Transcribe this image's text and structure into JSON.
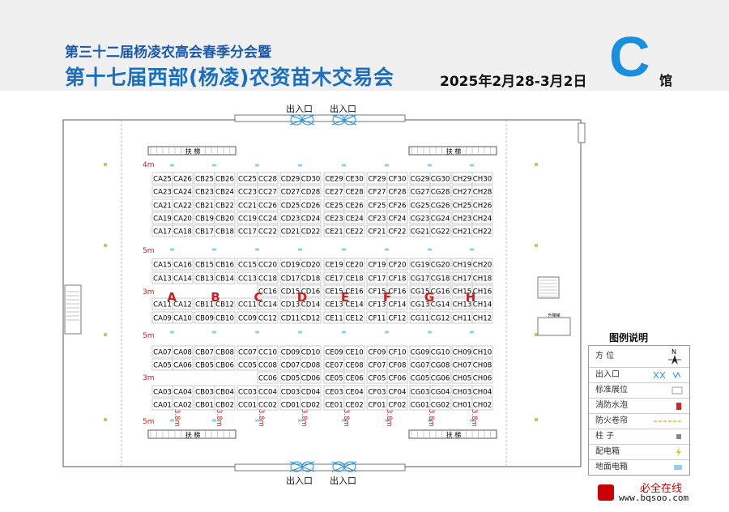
{
  "header": {
    "line1": "第三十二届杨凌农高会春季分会暨",
    "line2": "第十七届西部(杨凌)农资苗木交易会",
    "dates": "2025年2月28-3月2日",
    "hall": "C",
    "hall_suffix": "馆"
  },
  "exits": {
    "label": "出入口"
  },
  "escalator": {
    "label": "扶  梯"
  },
  "distances": {
    "m3": "3m",
    "m4": "4m",
    "m5": "5m",
    "m38": "3.8m"
  },
  "aisles": [
    "A",
    "B",
    "C",
    "D",
    "E",
    "F",
    "G",
    "H"
  ],
  "booths": {
    "pairs": [
      [
        [
          "CA25",
          "CA26"
        ],
        [
          "CB25",
          "CB26"
        ],
        [
          "CC25",
          "CC28"
        ],
        [
          "CD29",
          "CD30"
        ],
        [
          "CE29",
          "CE30"
        ],
        [
          "CF29",
          "CF30"
        ],
        [
          "CG29",
          "CG30"
        ],
        [
          "CH29",
          "CH30"
        ]
      ],
      [
        [
          "CA23",
          "CA24"
        ],
        [
          "CB23",
          "CB24"
        ],
        [
          "CC23",
          "CC27"
        ],
        [
          "CD27",
          "CD28"
        ],
        [
          "CE27",
          "CE28"
        ],
        [
          "CF27",
          "CF28"
        ],
        [
          "CG27",
          "CG28"
        ],
        [
          "CH27",
          "CH28"
        ]
      ],
      [
        [
          "CA21",
          "CA22"
        ],
        [
          "CB21",
          "CB22"
        ],
        [
          "CC21",
          "CC26"
        ],
        [
          "CD25",
          "CD26"
        ],
        [
          "CE25",
          "CE26"
        ],
        [
          "CF25",
          "CF26"
        ],
        [
          "CG25",
          "CG26"
        ],
        [
          "CH25",
          "CH26"
        ]
      ],
      [
        [
          "CA19",
          "CA20"
        ],
        [
          "CB19",
          "CB20"
        ],
        [
          "CC19",
          "CC24"
        ],
        [
          "CD23",
          "CD24"
        ],
        [
          "CE23",
          "CE24"
        ],
        [
          "CF23",
          "CF24"
        ],
        [
          "CG23",
          "CG24"
        ],
        [
          "CH23",
          "CH24"
        ]
      ],
      [
        [
          "CA17",
          "CA18"
        ],
        [
          "CB17",
          "CB18"
        ],
        [
          "CC17",
          "CC22"
        ],
        [
          "CD21",
          "CD22"
        ],
        [
          "CE21",
          "CE22"
        ],
        [
          "CF21",
          "CF22"
        ],
        [
          "CG21",
          "CG22"
        ],
        [
          "CH21",
          "CH22"
        ]
      ],
      [
        [
          "CA15",
          "CA16"
        ],
        [
          "CB15",
          "CB16"
        ],
        [
          "CC15",
          "CC20"
        ],
        [
          "CD19",
          "CD20"
        ],
        [
          "CE19",
          "CE20"
        ],
        [
          "CF19",
          "CF20"
        ],
        [
          "CG19",
          "CG20"
        ],
        [
          "CH19",
          "CH20"
        ]
      ],
      [
        [
          "CA13",
          "CA14"
        ],
        [
          "CB13",
          "CB14"
        ],
        [
          "CC13",
          "CC18"
        ],
        [
          "CD17",
          "CD18"
        ],
        [
          "CE17",
          "CE18"
        ],
        [
          "CF17",
          "CF18"
        ],
        [
          "CG17",
          "CG18"
        ],
        [
          "CH17",
          "CH18"
        ]
      ],
      [
        [
          "",
          ""
        ],
        [
          "",
          ""
        ],
        [
          "",
          "CC16"
        ],
        [
          "CD15",
          "CD16"
        ],
        [
          "CE15",
          "CE16"
        ],
        [
          "CF15",
          "CF16"
        ],
        [
          "CG15",
          "CG16"
        ],
        [
          "CH15",
          "CH16"
        ]
      ],
      [
        [
          "CA11",
          "CA12"
        ],
        [
          "CB11",
          "CB12"
        ],
        [
          "CC11",
          "CC14"
        ],
        [
          "CD13",
          "CD14"
        ],
        [
          "CE13",
          "CE14"
        ],
        [
          "CF13",
          "CF14"
        ],
        [
          "CG13",
          "CG14"
        ],
        [
          "CH13",
          "CH14"
        ]
      ],
      [
        [
          "CA09",
          "CA10"
        ],
        [
          "CB09",
          "CB10"
        ],
        [
          "CC09",
          "CC12"
        ],
        [
          "CD11",
          "CD12"
        ],
        [
          "CE11",
          "CE12"
        ],
        [
          "CF11",
          "CF12"
        ],
        [
          "CG11",
          "CG12"
        ],
        [
          "CH11",
          "CH12"
        ]
      ],
      [
        [
          "CA07",
          "CA08"
        ],
        [
          "CB07",
          "CB08"
        ],
        [
          "CC07",
          "CC10"
        ],
        [
          "CD09",
          "CD10"
        ],
        [
          "CE09",
          "CE10"
        ],
        [
          "CF09",
          "CF10"
        ],
        [
          "CG09",
          "CG10"
        ],
        [
          "CH09",
          "CH10"
        ]
      ],
      [
        [
          "CA05",
          "CA06"
        ],
        [
          "CB05",
          "CB06"
        ],
        [
          "CC05",
          "CC08"
        ],
        [
          "CD07",
          "CD08"
        ],
        [
          "CE07",
          "CE08"
        ],
        [
          "CF07",
          "CF08"
        ],
        [
          "CG07",
          "CG08"
        ],
        [
          "CH07",
          "CH08"
        ]
      ],
      [
        [
          "",
          ""
        ],
        [
          "",
          ""
        ],
        [
          "",
          "CC06"
        ],
        [
          "CD05",
          "CD06"
        ],
        [
          "CE05",
          "CE06"
        ],
        [
          "CF05",
          "CF06"
        ],
        [
          "CG05",
          "CG06"
        ],
        [
          "CH05",
          "CH06"
        ]
      ],
      [
        [
          "CA03",
          "CA04"
        ],
        [
          "CB03",
          "CB04"
        ],
        [
          "CC03",
          "CC04"
        ],
        [
          "CD03",
          "CD04"
        ],
        [
          "CE03",
          "CE04"
        ],
        [
          "CF03",
          "CF04"
        ],
        [
          "CG03",
          "CG04"
        ],
        [
          "CH03",
          "CH04"
        ]
      ],
      [
        [
          "CA01",
          "CA02"
        ],
        [
          "CB01",
          "CB02"
        ],
        [
          "CC01",
          "CC02"
        ],
        [
          "CD01",
          "CD02"
        ],
        [
          "CE01",
          "CE02"
        ],
        [
          "CF01",
          "CF02"
        ],
        [
          "CG01",
          "CG02"
        ],
        [
          "CH01",
          "CH02"
        ]
      ]
    ]
  },
  "legend": {
    "title": "图例说明",
    "items": [
      "方  位",
      "出入口",
      "标准展位",
      "消防水泡",
      "防火卷帘",
      "柱  子",
      "配电箱",
      "地面电箱"
    ],
    "compass": "N"
  },
  "stairs_label": "升降梯",
  "watermark": {
    "line1": "必全在线",
    "line2": "www.bqsoo.com"
  },
  "colors": {
    "title_blue": "#1b6fc1",
    "hall_blue": "#1a8fe0",
    "aisle_red": "#cc1f1f"
  }
}
